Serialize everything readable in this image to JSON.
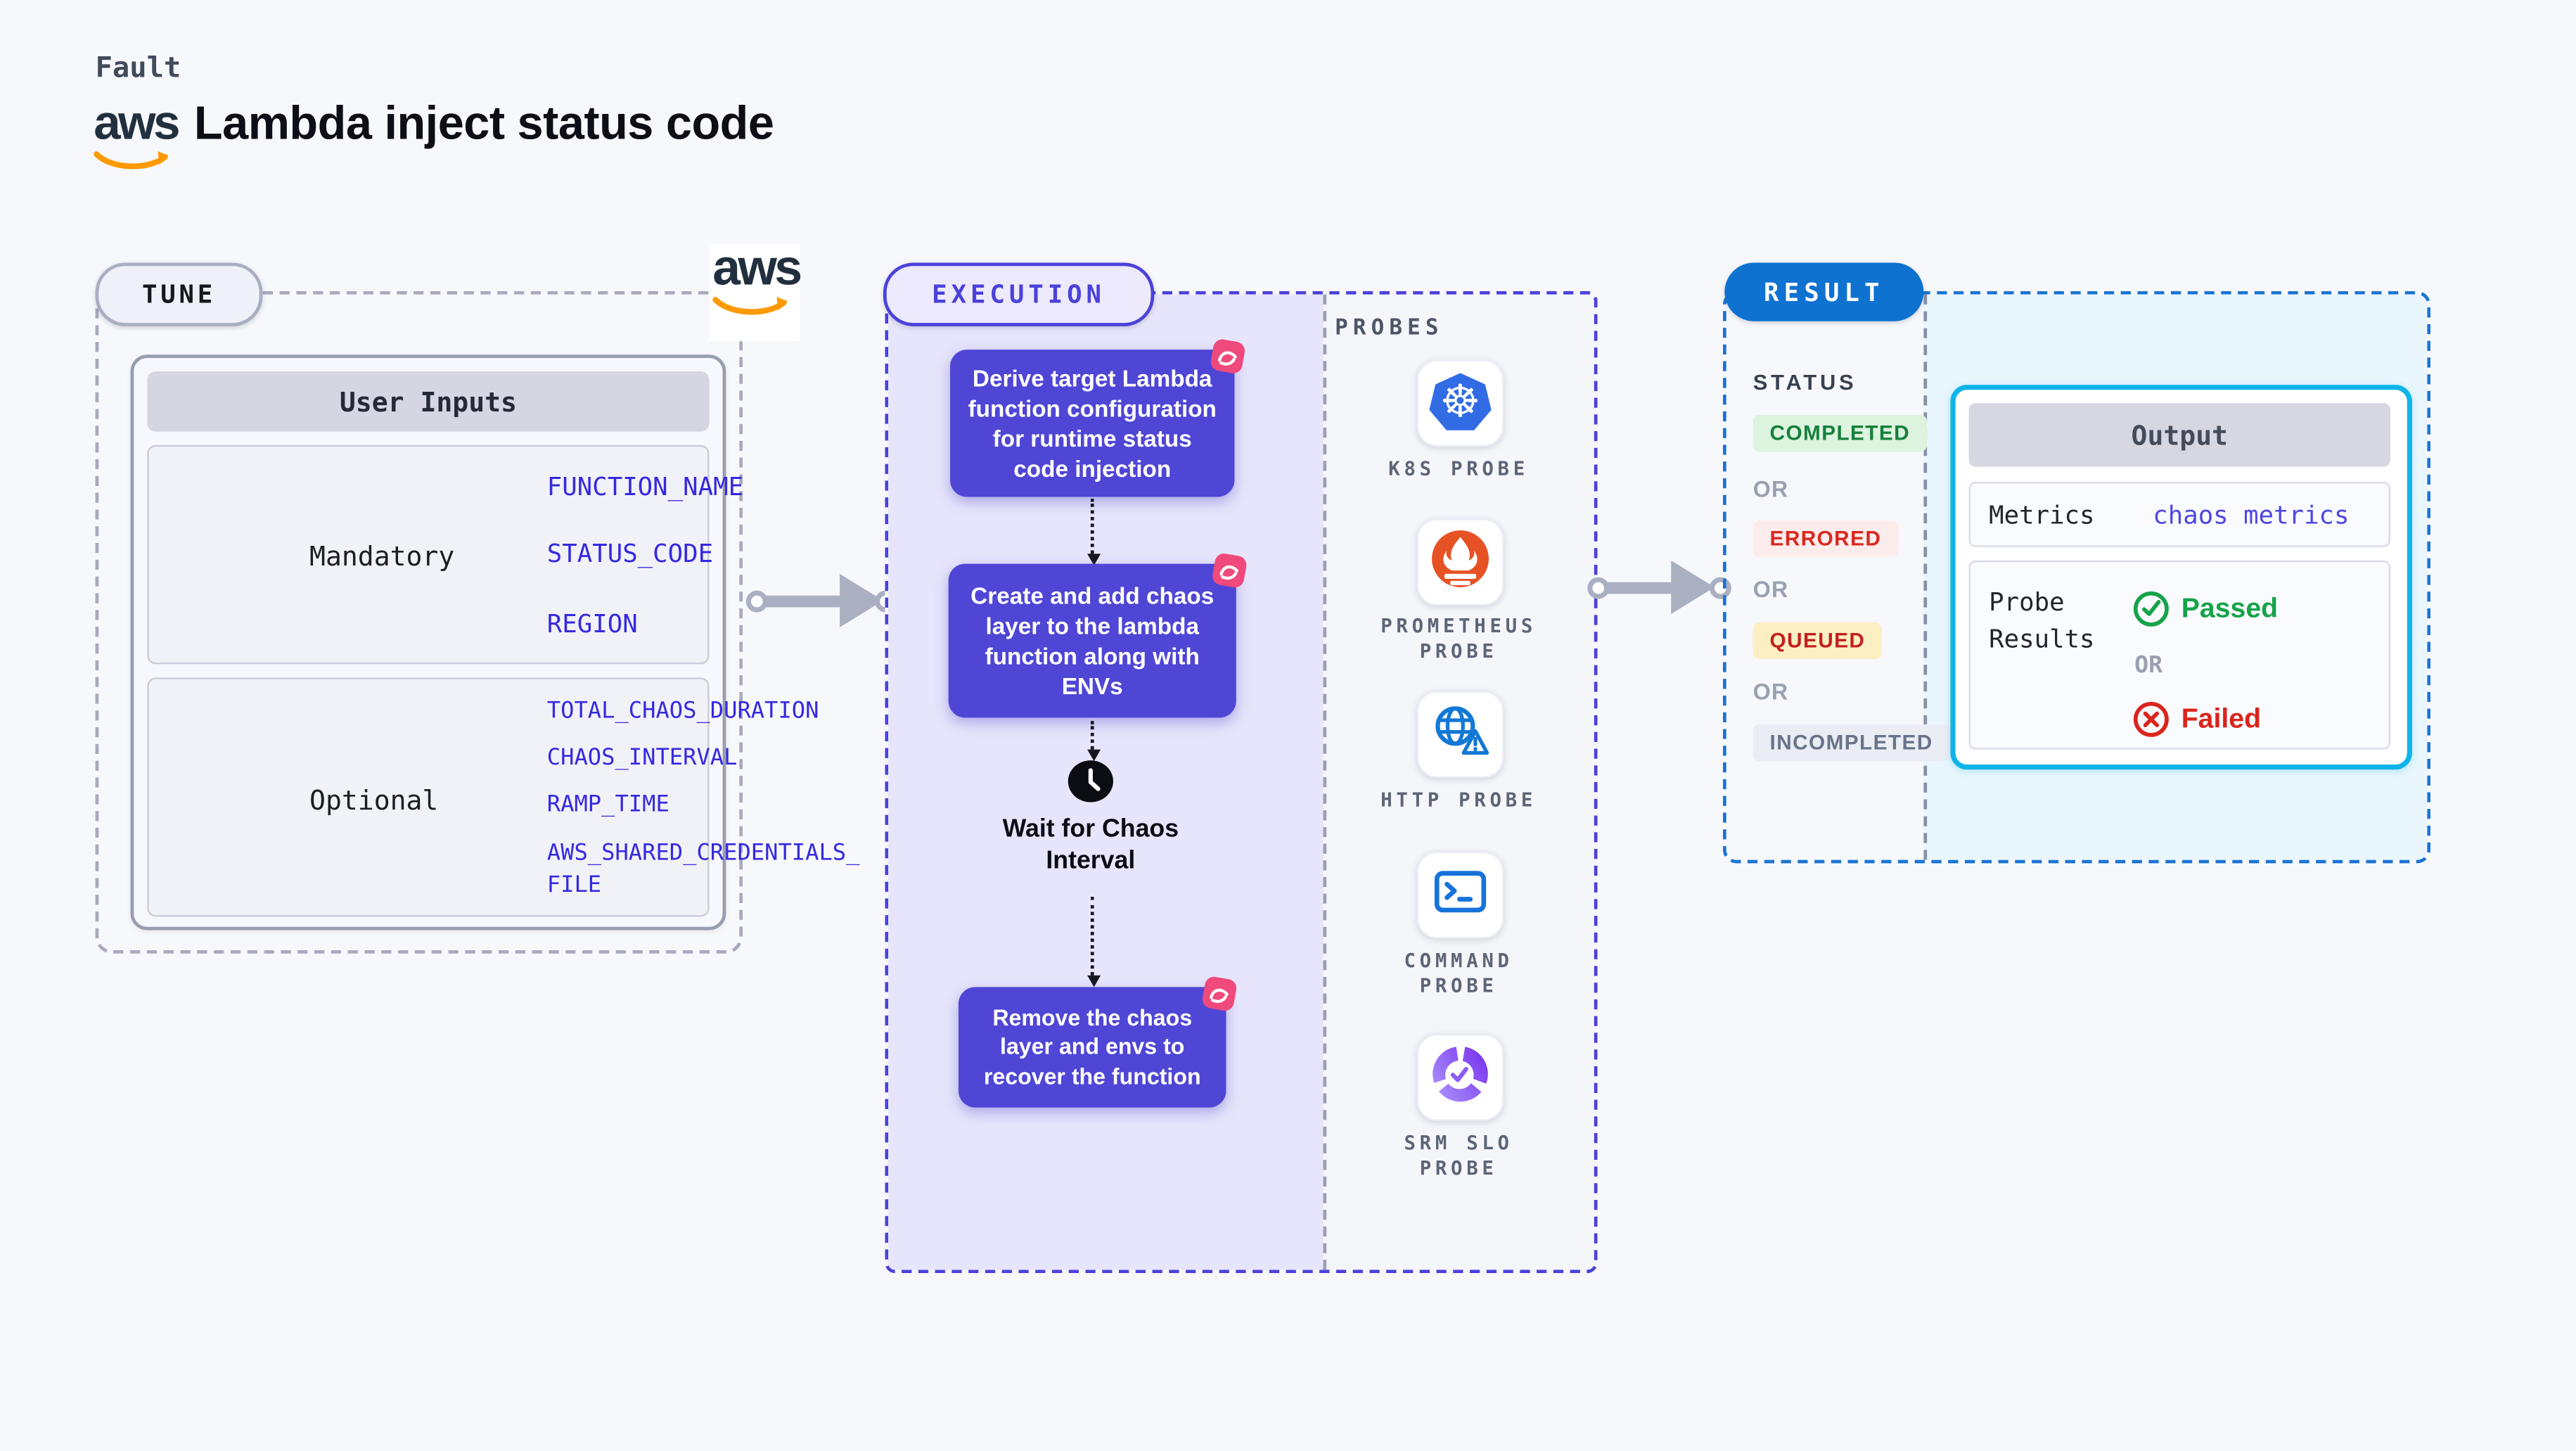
{
  "header": {
    "eyebrow": "Fault",
    "title": "Lambda inject status code",
    "aws_wordmark": "aws"
  },
  "tune": {
    "badge": "TUNE",
    "user_inputs": {
      "header": "User Inputs",
      "rows": [
        {
          "label": "Mandatory",
          "fields": [
            "FUNCTION_NAME",
            "STATUS_CODE",
            "REGION"
          ]
        },
        {
          "label": "Optional",
          "fields": [
            "TOTAL_CHAOS_DURATION",
            "CHAOS_INTERVAL",
            "RAMP_TIME",
            "AWS_SHARED_CREDENTIALS_FILE"
          ]
        }
      ]
    }
  },
  "execution": {
    "badge": "EXECUTION",
    "steps": [
      "Derive target Lambda function configuration for runtime status code injection",
      "Create and add chaos layer to the lambda function along with ENVs",
      "Remove the chaos layer and envs to recover the function"
    ],
    "wait_step": "Wait for Chaos Interval",
    "probes": {
      "label": "PROBES",
      "items": [
        {
          "name": "K8S PROBE",
          "icon": "kubernetes-icon"
        },
        {
          "name": "PROMETHEUS PROBE",
          "icon": "prometheus-icon"
        },
        {
          "name": "HTTP PROBE",
          "icon": "http-globe-warning-icon"
        },
        {
          "name": "COMMAND PROBE",
          "icon": "terminal-icon"
        },
        {
          "name": "SRM SLO PROBE",
          "icon": "slo-donut-check-icon"
        }
      ]
    }
  },
  "result": {
    "badge": "RESULT",
    "status_label": "STATUS",
    "or_label": "OR",
    "statuses": [
      "COMPLETED",
      "ERRORED",
      "QUEUED",
      "INCOMPLETED"
    ],
    "output": {
      "header": "Output",
      "metrics_label": "Metrics",
      "metrics_value": "chaos metrics",
      "probe_results_label": "Probe Results",
      "passed_label": "Passed",
      "or_label": "OR",
      "failed_label": "Failed"
    }
  },
  "colors": {
    "page_bg": "#f7f8fc",
    "accent_indigo": "#4b41da",
    "execution_fill": "#e7e5fb",
    "step_box": "#4f46d6",
    "result_blue": "#0e72d1",
    "result_fill": "#e9f6fd",
    "output_border": "#0eb4e9",
    "field_blue": "#3629e0",
    "aws_orange": "#ff9900",
    "litmus_pink": "#f0497c",
    "kubernetes_blue": "#326ce5",
    "prometheus_orange": "#e75225",
    "http_blue": "#1278d5",
    "command_blue": "#1673d9",
    "srm_purple": "#7c3aed",
    "passed_green": "#16a34a",
    "failed_red": "#da251d",
    "completed_bg": "#dcf3dd",
    "completed_text": "#15803d",
    "errored_bg": "#fdecec",
    "errored_text": "#d7281f",
    "queued_bg": "#fcefc3",
    "queued_text": "#c22020",
    "incompleted_bg": "#ebedf4",
    "incompleted_text": "#69738a"
  }
}
